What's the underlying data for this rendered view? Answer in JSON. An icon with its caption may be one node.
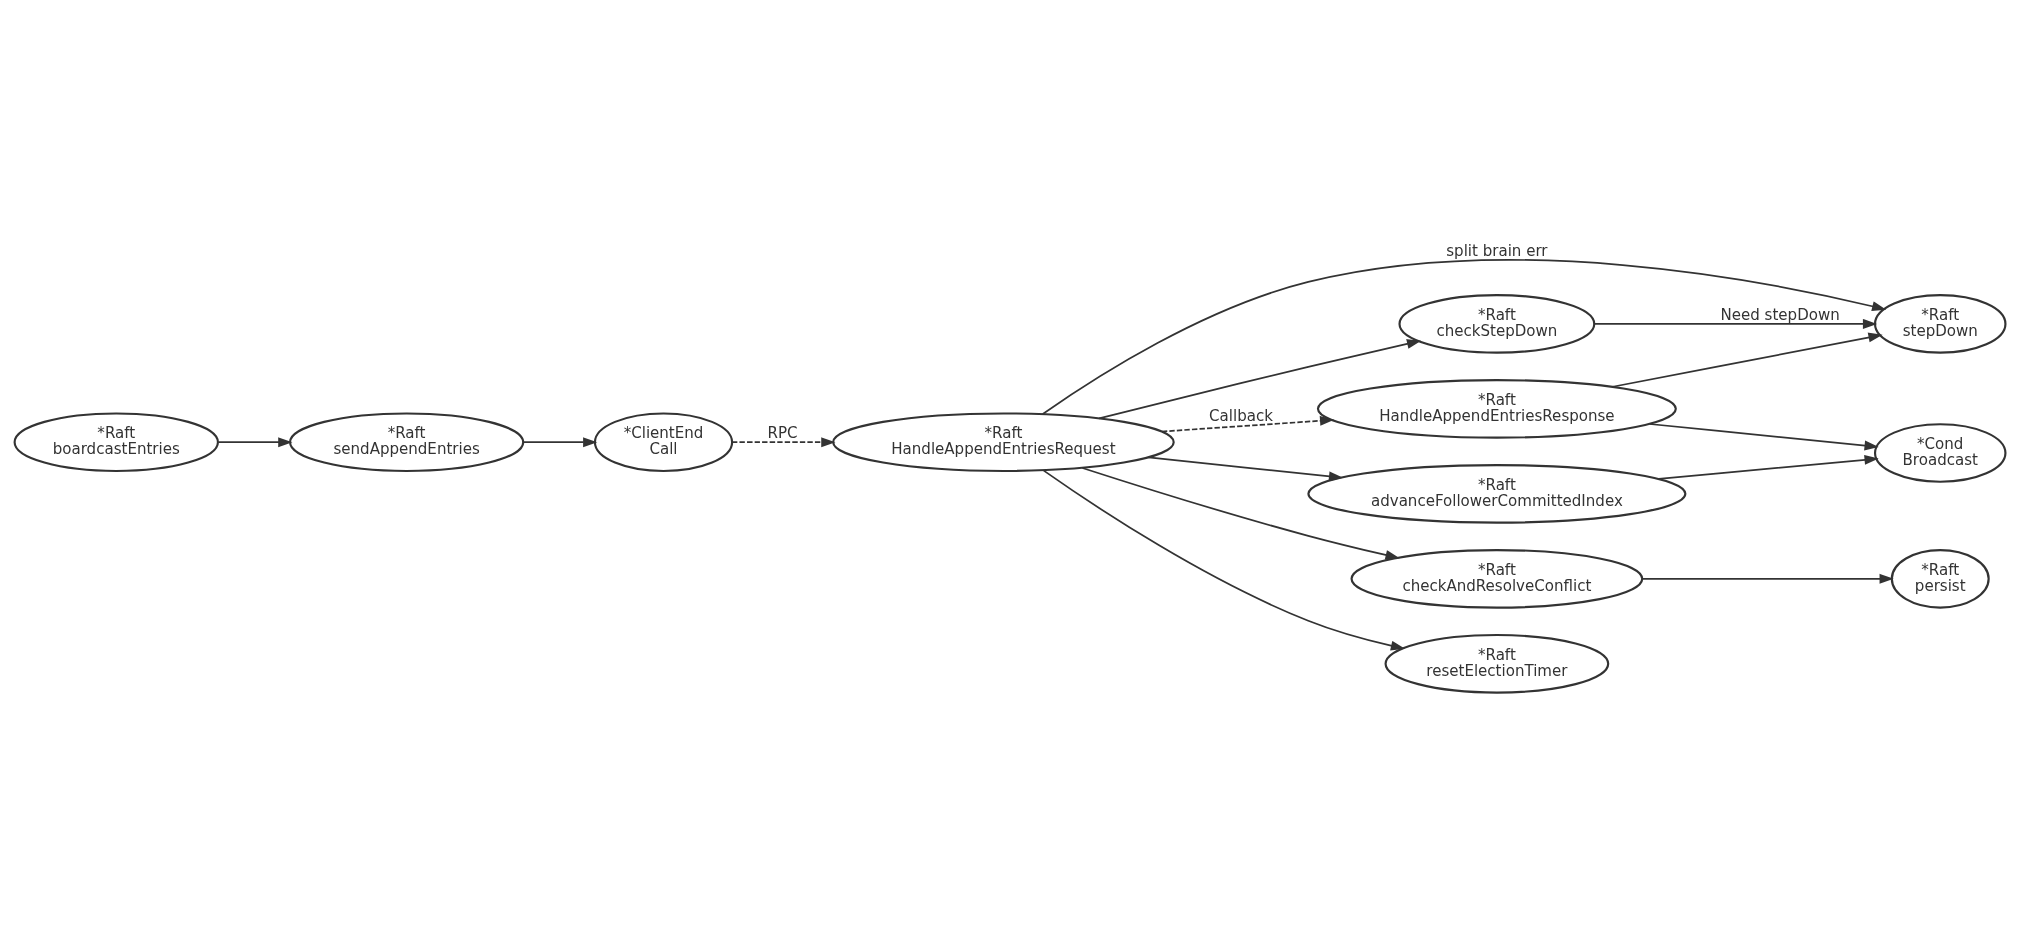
{
  "diagram": {
    "nodes": [
      {
        "text": [
          "*Raft boardcastEntries"
        ]
      },
      {
        "text": [
          "*Raft sendAppendEntries"
        ]
      },
      {
        "text": [
          "*ClientEnd Call"
        ]
      },
      {
        "text": [
          "*Raft HandleAppendEntriesRequest"
        ]
      },
      {
        "text": [
          "*Raft HandleAppendEntriesResponse"
        ]
      },
      {
        "text": [
          "*Raft checkStepDown"
        ]
      },
      {
        "text": [
          "*Raft stepDown"
        ]
      },
      {
        "text": [
          "*Raft checkAndResolveConflict"
        ]
      },
      {
        "text": [
          "*Raft persist"
        ]
      },
      {
        "text": [
          "*Raft advanceFollowerCommittedIndex"
        ]
      },
      {
        "text": [
          "*Cond Broadcast"
        ]
      },
      {
        "text": [
          "*Raft resetElectionTimer"
        ]
      }
    ],
    "edges": [
      {
        "from": 0,
        "to": 1,
        "arrow": "to"
      },
      {
        "from": 1,
        "to": 2,
        "arrow": "to"
      },
      {
        "from": 2,
        "to": 3,
        "arrow": "to",
        "label": "RPC",
        "style": "dashed"
      },
      {
        "from": 3,
        "to": 4,
        "arrow": "to",
        "label": "Callback",
        "style": "dashed"
      },
      {
        "from": 3,
        "to": 5,
        "arrow": "to"
      },
      {
        "from": 5,
        "to": 6,
        "arrow": "to",
        "label": "Need stepDown"
      },
      {
        "from": 3,
        "to": 6,
        "arrow": "to",
        "label": "split brain err"
      },
      {
        "from": 3,
        "to": 7,
        "arrow": "to"
      },
      {
        "from": 7,
        "to": 8,
        "arrow": "to"
      },
      {
        "from": 3,
        "to": 9,
        "arrow": "to"
      },
      {
        "from": 9,
        "to": 10,
        "arrow": "to"
      },
      {
        "from": 3,
        "to": 11,
        "arrow": "to"
      },
      {
        "from": 4,
        "to": 10,
        "arrow": "to"
      },
      {
        "from": 4,
        "to": 6,
        "arrow": "to"
      }
    ]
  }
}
